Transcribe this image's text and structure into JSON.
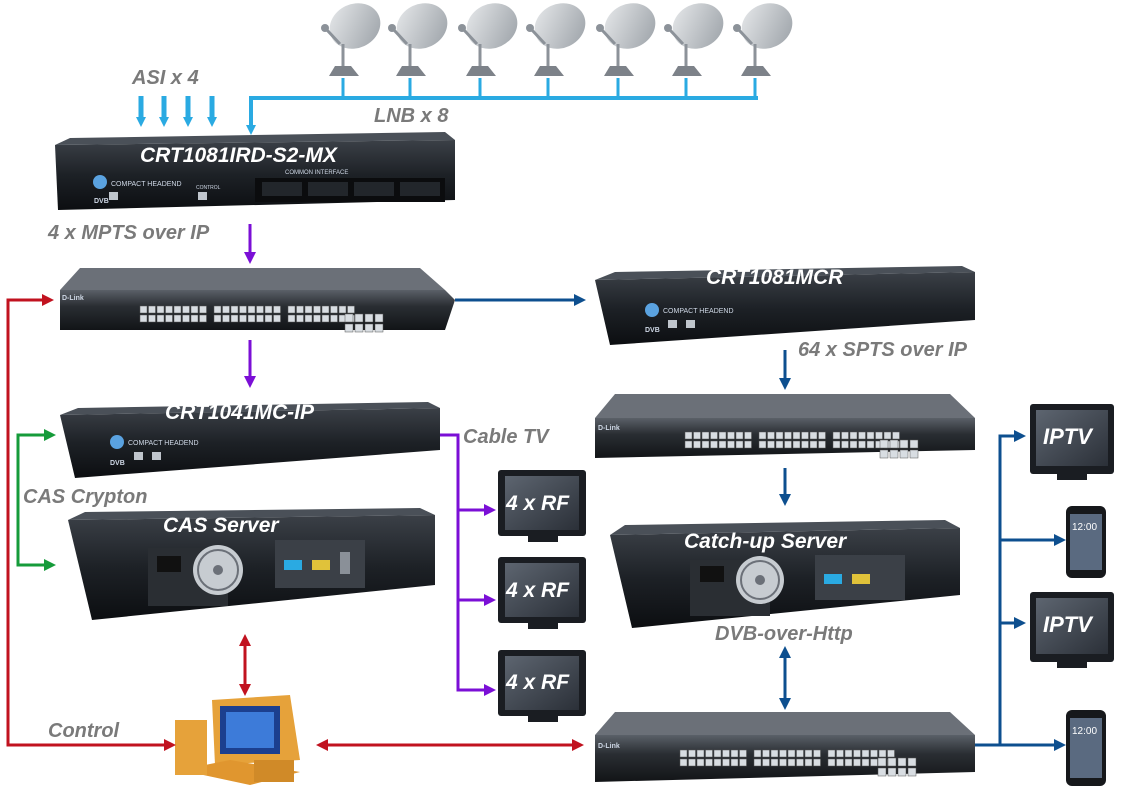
{
  "labels": {
    "asi": "ASI  x 4",
    "lnb": "LNB x 8",
    "mpts": "4 x MPTS over IP",
    "spts": "64 x SPTS over IP",
    "cable_tv": "Cable TV",
    "cas_crypton": "CAS Crypton",
    "dvb_http": "DVB-over-Http",
    "control": "Control"
  },
  "devices": {
    "ird": "CRT1081IRD-S2-MX",
    "mcr": "CRT1081MCR",
    "mc_ip": "CRT1041MC-IP",
    "cas_server": "CAS Server",
    "catchup_server": "Catch-up Server"
  },
  "device_text": {
    "brand": "COMPACT HEADEND",
    "switch_brand": "D-Link",
    "common_interface": "COMMON INTERFACE",
    "control": "CONTROL",
    "dvb": "DVB"
  },
  "screens": {
    "rf1": "4 x RF",
    "rf2": "4 x RF",
    "rf3": "4 x RF",
    "iptv1": "IPTV",
    "iptv2": "IPTV"
  },
  "phone_clock": "12:00",
  "colors": {
    "lnb_line": "#2aaae2",
    "mpts_purple": "#7b0fd6",
    "ip_blue": "#0d4f8f",
    "cas_green": "#159b3a",
    "control_red": "#c1121f",
    "label_gray": "#7a7a7a",
    "device_dark": "#1a1d22"
  },
  "icons": [
    "satellite-dish-icon",
    "computer-icon",
    "smartphone-icon",
    "tv-screen-icon"
  ]
}
